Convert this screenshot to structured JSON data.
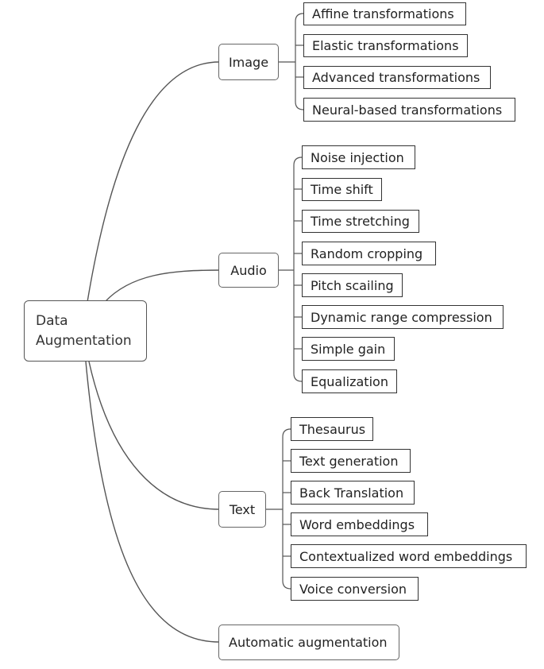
{
  "root": {
    "line1": "Data",
    "line2": "Augmentation"
  },
  "categories": [
    {
      "label": "Image",
      "items": [
        "Affine transformations",
        "Elastic transformations",
        "Advanced transformations",
        "Neural-based transformations"
      ]
    },
    {
      "label": "Audio",
      "items": [
        "Noise injection",
        "Time shift",
        "Time stretching",
        "Random cropping",
        "Pitch scailing",
        "Dynamic range compression",
        "Simple gain",
        "Equalization"
      ]
    },
    {
      "label": "Text",
      "items": [
        "Thesaurus",
        "Text generation",
        "Back Translation",
        "Word embeddings",
        "Contextualized word embeddings",
        "Voice conversion"
      ]
    },
    {
      "label": "Automatic augmentation",
      "items": []
    }
  ]
}
